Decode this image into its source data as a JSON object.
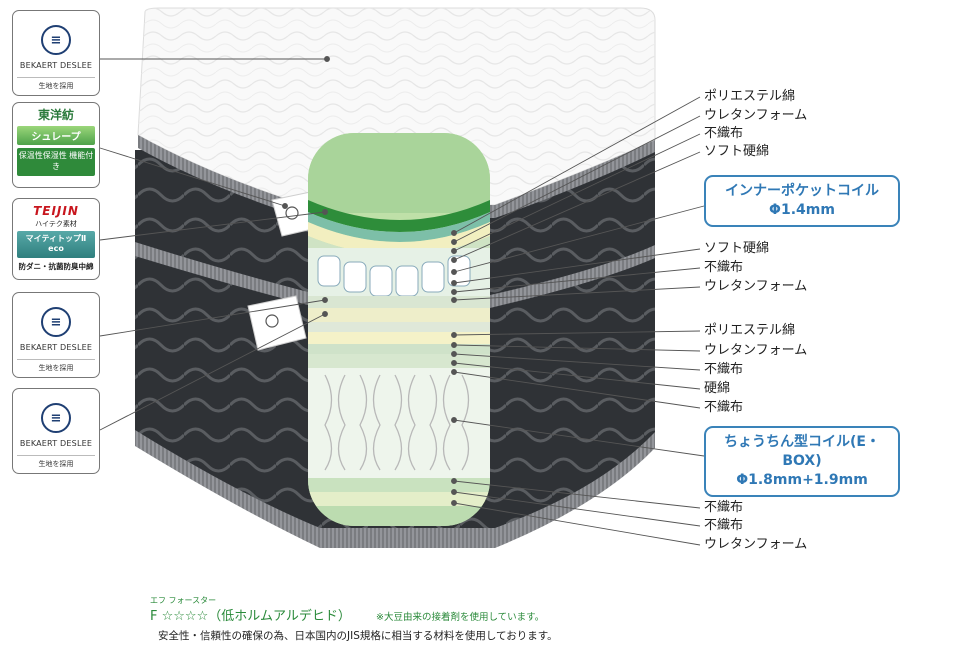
{
  "badges": {
    "bekaert_top": {
      "brand": "BEKAERT DESLEE",
      "sub": "生地を採用"
    },
    "toyobo": {
      "maker": "東洋紡",
      "product": "シュレープ",
      "feature": "保温性保湿性 機能付き"
    },
    "teijin": {
      "maker": "TEIJIN",
      "material": "ハイテク素材",
      "product": "マイティトップⅡ eco",
      "feature": "防ダニ・抗菌防臭中綿"
    },
    "bekaert_mid": {
      "brand": "BEKAERT DESLEE",
      "sub": "生地を採用"
    },
    "bekaert_bottom": {
      "brand": "BEKAERT DESLEE",
      "sub": "生地を採用"
    }
  },
  "labels": [
    "ポリエステル綿",
    "ウレタンフォーム",
    "不織布",
    "ソフト硬綿",
    "ソフト硬綿",
    "不織布",
    "ウレタンフォーム",
    "ポリエステル綿",
    "ウレタンフォーム",
    "不織布",
    "硬綿",
    "不織布",
    "不織布",
    "不織布",
    "ウレタンフォーム"
  ],
  "highlights": {
    "pocket": {
      "line1": "インナーポケットコイル",
      "line2": "Φ1.4mm"
    },
    "box": {
      "line1": "ちょうちん型コイル(E・BOX)",
      "line2": "Φ1.8mm+1.9mm"
    }
  },
  "footer": {
    "ruby": "エフ フォースター",
    "rating": "F ☆☆☆☆（低ホルムアルデヒド）",
    "adhesive_note": "※大豆由来の接着剤を使用しています。",
    "safety": "安全性・信頼性の確保の為、日本国内のJIS規格に相当する材料を使用しております。"
  },
  "colors": {
    "accent_blue": "#3a83b9",
    "toyobo_green": "#2f8a3a",
    "teijin_red": "#c8161e",
    "teijin_teal": "#2f7f7e"
  }
}
